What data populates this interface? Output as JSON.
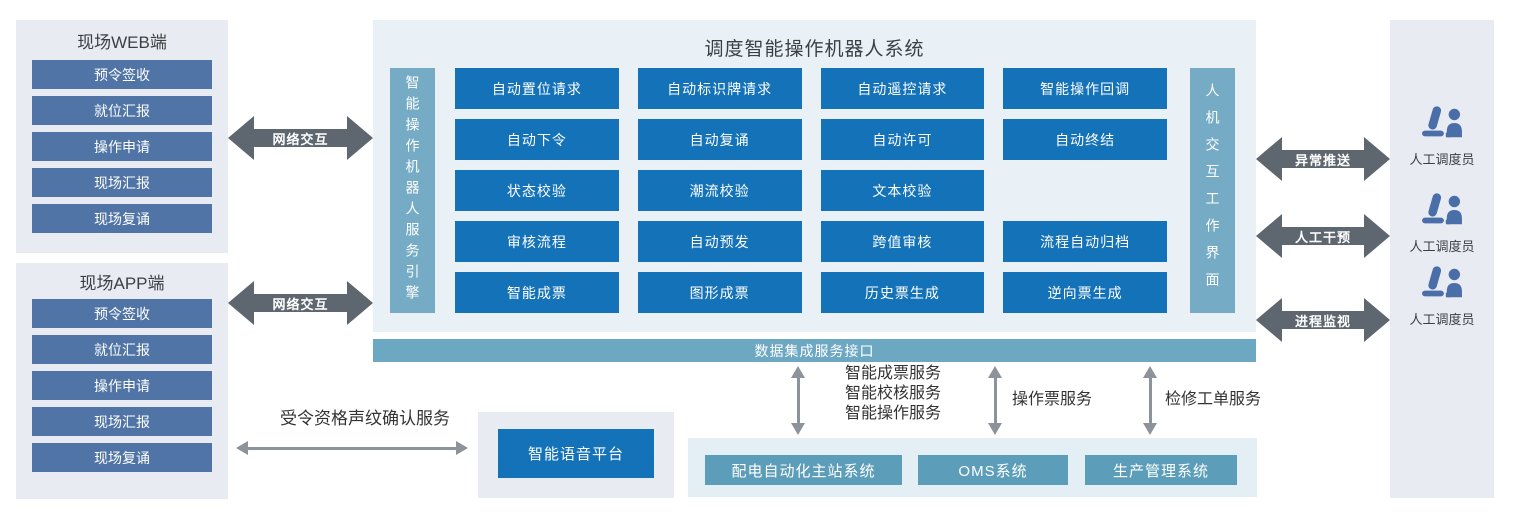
{
  "left": {
    "web": {
      "title": "现场WEB端",
      "items": [
        "预令签收",
        "就位汇报",
        "操作申请",
        "现场汇报",
        "现场复诵"
      ]
    },
    "app": {
      "title": "现场APP端",
      "items": [
        "预令签收",
        "就位汇报",
        "操作申请",
        "现场汇报",
        "现场复诵"
      ]
    }
  },
  "links": {
    "web_center": "网络交互",
    "app_center": "网络交互"
  },
  "robot": {
    "title": "调度智能操作机器人系统",
    "engine_bar": "智能操作机器人服务引擎",
    "hmi_bar": "人机交互工作界面",
    "rows": [
      [
        "自动置位请求",
        "自动标识牌请求",
        "自动遥控请求",
        "智能操作回调"
      ],
      [
        "自动下令",
        "自动复诵",
        "自动许可",
        "自动终结"
      ],
      [
        "状态校验",
        "潮流校验",
        "文本校验"
      ],
      [
        "审核流程",
        "自动预发",
        "跨值审核",
        "流程自动归档"
      ],
      [
        "智能成票",
        "图形成票",
        "历史票生成",
        "逆向票生成"
      ]
    ]
  },
  "data_bus": {
    "label": "数据集成服务接口"
  },
  "right_side": {
    "arrows": [
      "异常推送",
      "人工干预",
      "进程监视"
    ],
    "operators": [
      "人工调度员",
      "人工调度员",
      "人工调度员"
    ]
  },
  "voice": {
    "service": "受令资格声纹确认服务",
    "platform": "智能语音平台"
  },
  "integration": {
    "robot_services": [
      "智能成票服务",
      "智能校核服务",
      "智能操作服务"
    ],
    "ticket_service": "操作票服务",
    "maintenance_service": "检修工单服务",
    "systems": [
      "配电自动化主站系统",
      "OMS系统",
      "生产管理系统"
    ]
  },
  "colors": {
    "primary_blue": "#1472b8",
    "slate_blue": "#4f74a5",
    "teal_bar": "#76abc6",
    "bus_teal": "#6da8c3",
    "system_teal": "#5c9eba",
    "arrow_dark": "#5e6670",
    "arrow_light": "#8d939b",
    "panel_gray": "#e9ebf2",
    "panel_blue": "#e9f1f6",
    "panel_teal": "#e3eff4",
    "person_icon": "#4a6fa8"
  }
}
